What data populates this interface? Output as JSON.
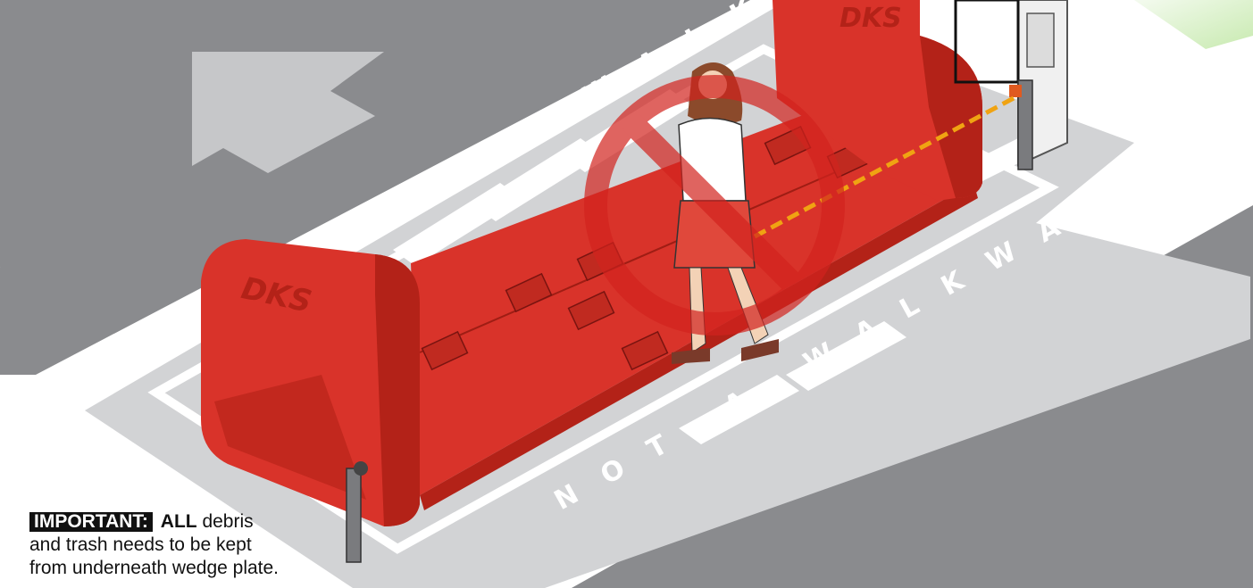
{
  "road": {
    "text_top": "NOT A WALK",
    "text_bottom": "NOT A WALKWAY"
  },
  "barrier": {
    "brand": "DKS"
  },
  "note": {
    "badge": "IMPORTANT:",
    "emphasis": "ALL",
    "line1_rest": " debris",
    "line2": "and trash needs to be kept",
    "line3": "from underneath wedge plate."
  },
  "colors": {
    "asphalt": "#8a8b8e",
    "pad": "#d2d3d5",
    "barrier_red": "#d9332a",
    "barrier_dark": "#b32218",
    "prohibit_red": "#d2231e",
    "beam": "#f0a312",
    "accent_green": "#c8eab0"
  },
  "icons": [
    "no-entry-icon",
    "arrow-icon",
    "photo-eye-beam-icon",
    "pedestrian-icon"
  ]
}
